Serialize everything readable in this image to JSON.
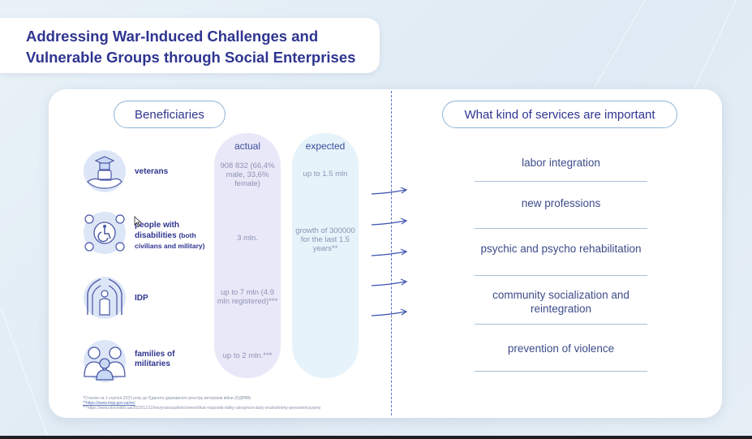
{
  "slide": {
    "title_lines": [
      "Addressing War-Induced Challenges and",
      "Vulnerable Groups through Social Enterprises"
    ]
  },
  "left": {
    "heading": "Beneficiaries",
    "col_actual": "actual",
    "col_expected": "expected",
    "rows": [
      {
        "icon": "veteran-icon",
        "label_main": "veterans",
        "label_sub": "",
        "actual": "908 832 (66,4% male, 33,6% female)",
        "expected": "up to 1.5 mln"
      },
      {
        "icon": "disability-icon",
        "label_main": "people with disabilities",
        "label_sub": "(both civilians and military)",
        "actual": "3 mln.",
        "expected": "growth of  300000 for the last 1.5 years**"
      },
      {
        "icon": "idp-icon",
        "label_main": "IDP",
        "label_sub": "",
        "actual": "up to 7 mln (4.9 mln registered)***",
        "expected": ""
      },
      {
        "icon": "family-icon",
        "label_main": "families of militaries",
        "label_sub": "",
        "actual": "up to 2 mln.***",
        "expected": ""
      }
    ],
    "footnotes": [
      "*Станом на 1 серпня 2023 року до Єдиного державного реєстру ветеранів війни (ЄДРВВ)",
      "**https://www.msp.gov.ua/en/",
      "***https://www.slovoidilo.ua/2023/11/12/novyna/suspilstvo/vereshhuk-rozpovila-skilky-ukrayinciv-staly-vnutrishnimy-pereselenczyamy"
    ]
  },
  "right": {
    "heading": "What kind of services are important",
    "services": [
      "labor integration",
      "new professions",
      "psychic and psycho rehabilitation",
      "community socialization and reintegration",
      "prevention of violence"
    ]
  },
  "colors": {
    "title": "#2f3590",
    "actual_col": "#e9e8f8",
    "expected_col": "#e6f3fa",
    "icon_stroke": "#4a57a6",
    "icon_fill": "#c9d8f4"
  }
}
